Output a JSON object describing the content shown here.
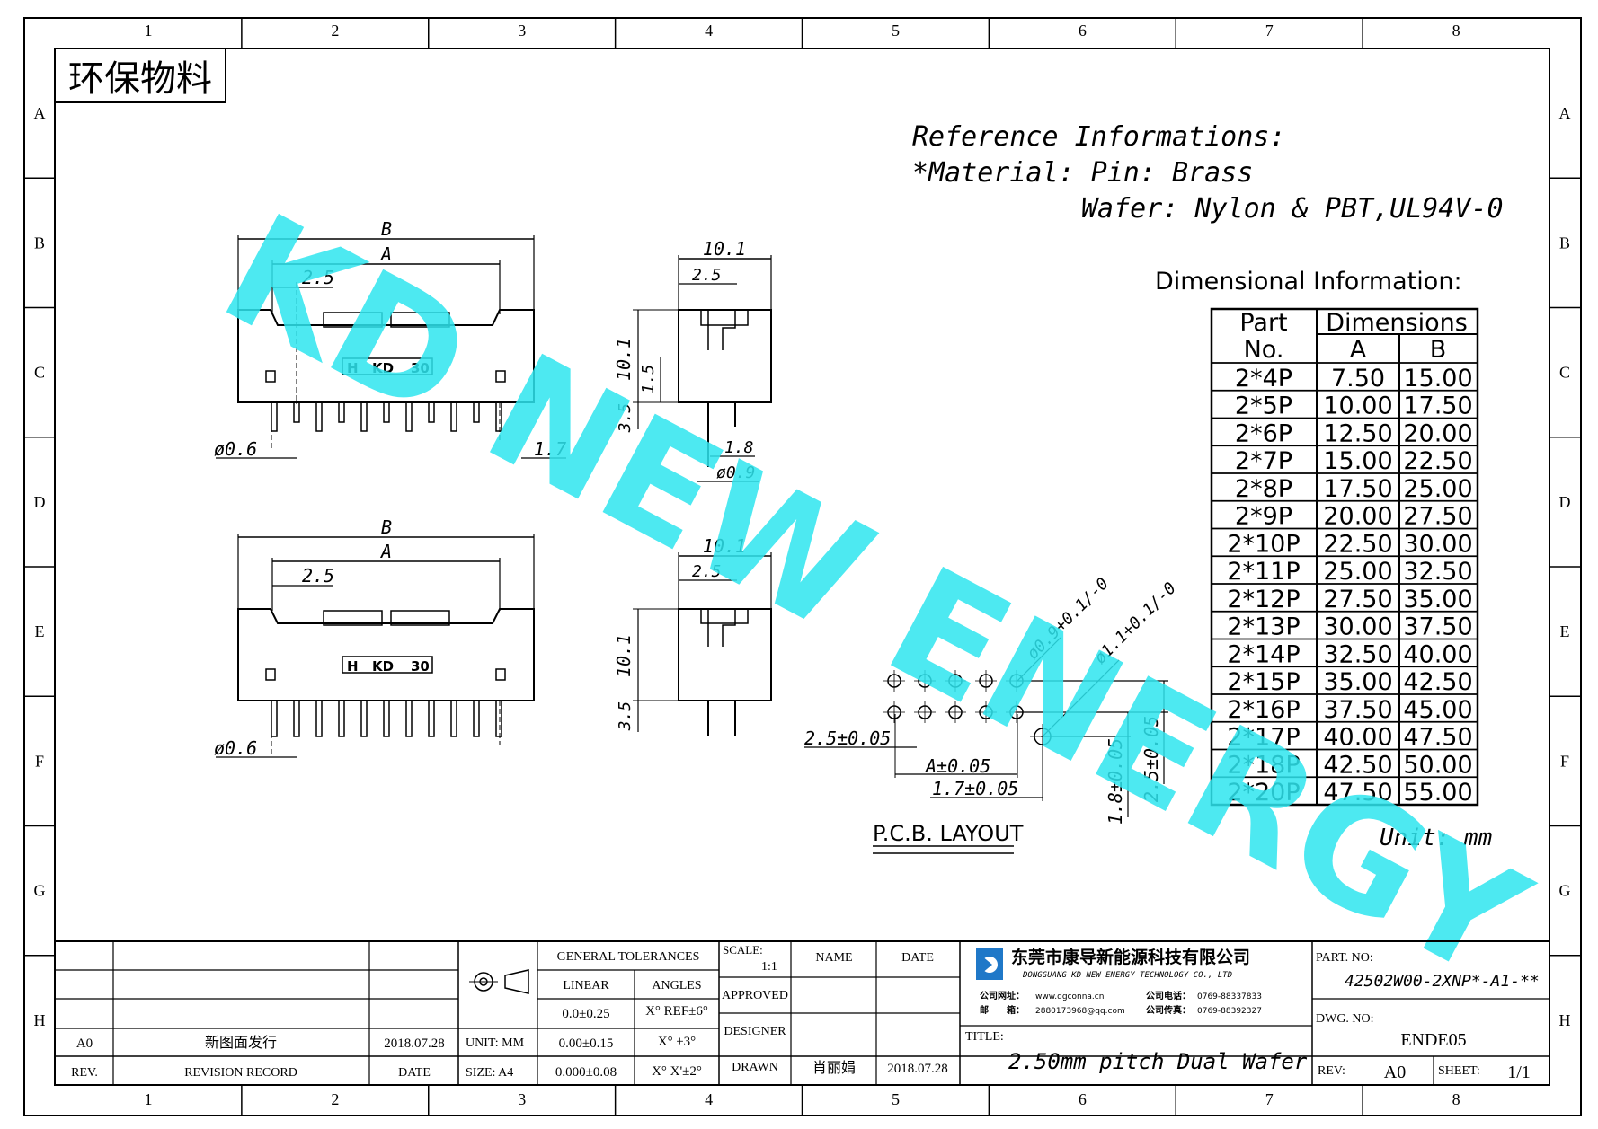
{
  "zones": {
    "cols": [
      "1",
      "2",
      "3",
      "4",
      "5",
      "6",
      "7",
      "8"
    ],
    "rows": [
      "A",
      "B",
      "C",
      "D",
      "E",
      "F",
      "G",
      "H"
    ]
  },
  "eco_label": "环保物料",
  "watermark": "KD NEW ENERGY",
  "reference": {
    "title": "Reference Informations:",
    "line1": "*Material: Pin: Brass",
    "line2": "Wafer: Nylon & PBT,UL94V-0"
  },
  "dim_info_title": "Dimensional Information:",
  "table": {
    "headers": {
      "part1": "Part",
      "part2": "No.",
      "dims": "Dimensions",
      "a": "A",
      "b": "B"
    },
    "rows": [
      {
        "part": "2*4P",
        "a": "7.50",
        "b": "15.00"
      },
      {
        "part": "2*5P",
        "a": "10.00",
        "b": "17.50"
      },
      {
        "part": "2*6P",
        "a": "12.50",
        "b": "20.00"
      },
      {
        "part": "2*7P",
        "a": "15.00",
        "b": "22.50"
      },
      {
        "part": "2*8P",
        "a": "17.50",
        "b": "25.00"
      },
      {
        "part": "2*9P",
        "a": "20.00",
        "b": "27.50"
      },
      {
        "part": "2*10P",
        "a": "22.50",
        "b": "30.00"
      },
      {
        "part": "2*11P",
        "a": "25.00",
        "b": "32.50"
      },
      {
        "part": "2*12P",
        "a": "27.50",
        "b": "35.00"
      },
      {
        "part": "2*13P",
        "a": "30.00",
        "b": "37.50"
      },
      {
        "part": "2*14P",
        "a": "32.50",
        "b": "40.00"
      },
      {
        "part": "2*15P",
        "a": "35.00",
        "b": "42.50"
      },
      {
        "part": "2*16P",
        "a": "37.50",
        "b": "45.00"
      },
      {
        "part": "2*17P",
        "a": "40.00",
        "b": "47.50"
      },
      {
        "part": "2*18P",
        "a": "42.50",
        "b": "50.00"
      },
      {
        "part": "2*20P",
        "a": "47.50",
        "b": "55.00"
      }
    ]
  },
  "unit_note": "Unit: mm",
  "front_labels": {
    "b": "B",
    "a": "A",
    "pitch": "2.5",
    "pin": "ø0.6",
    "offset": "1.7",
    "marking_h": "H",
    "marking_kd": "KD",
    "marking_30": "30"
  },
  "side_labels": {
    "w": "10.1",
    "p": "2.5",
    "h": "10.1",
    "m": "1.5",
    "t": "3.5",
    "d18": "1.8",
    "d09": "ø0.9"
  },
  "pcb": {
    "title": "P.C.B. LAYOUT",
    "hole1": "ø0.9+0.1/-0",
    "hole2": "ø1.1+0.1/-0",
    "pitch": "2.5±0.05",
    "a": "A±0.05",
    "off17": "1.7±0.05",
    "v18": "1.8±0.05",
    "v25": "2.5±0.05"
  },
  "title_block": {
    "gt": "GENERAL TOLERANCES",
    "linear": "LINEAR",
    "angles": "ANGLES",
    "lin1": "0.0±0.25",
    "lin2": "0.00±0.15",
    "lin3": "0.000±0.08",
    "ang1": "X° REF±6°",
    "ang2": "X° ±3°",
    "ang3": "X° X'±2°",
    "unit": "UNIT: MM",
    "size": "SIZE: A4",
    "scale": "SCALE:",
    "scale_v": "1:1",
    "name": "NAME",
    "date": "DATE",
    "approved": "APPROVED",
    "designer": "DESIGNER",
    "drawn": "DRAWN",
    "drawn_name": "肖丽娟",
    "drawn_date": "2018.07.28",
    "rev_code": "A0",
    "rev_rec": "新图面发行",
    "rev_date": "2018.07.28",
    "rev_h": "REV.",
    "rec_h": "REVISION RECORD",
    "date_h": "DATE",
    "company_cn": "东莞市康导新能源科技有限公司",
    "company_en": "DONGGUANG KD NEW ENERGY TECHNOLOGY CO., LTD",
    "c_web_lbl": "公司网址：",
    "c_web": "www.dgconna.cn",
    "c_tel_lbl": "公司电话：",
    "c_tel": "0769-88337833",
    "c_mail_lbl": "邮　　箱：",
    "c_mail": "2880173968@qq.com",
    "c_fax_lbl": "公司传真：",
    "c_fax": "0769-88392327",
    "title_lbl": "TITLE:",
    "title": "2.50mm pitch Dual Wafer",
    "partno_lbl": "PART. NO:",
    "partno": "42502W00-2XNP*-A1-**",
    "dwg_lbl": "DWG. NO:",
    "dwg": "ENDE05",
    "rev_lbl": "REV:",
    "rev": "A0",
    "sheet_lbl": "SHEET:",
    "sheet": "1/1"
  }
}
